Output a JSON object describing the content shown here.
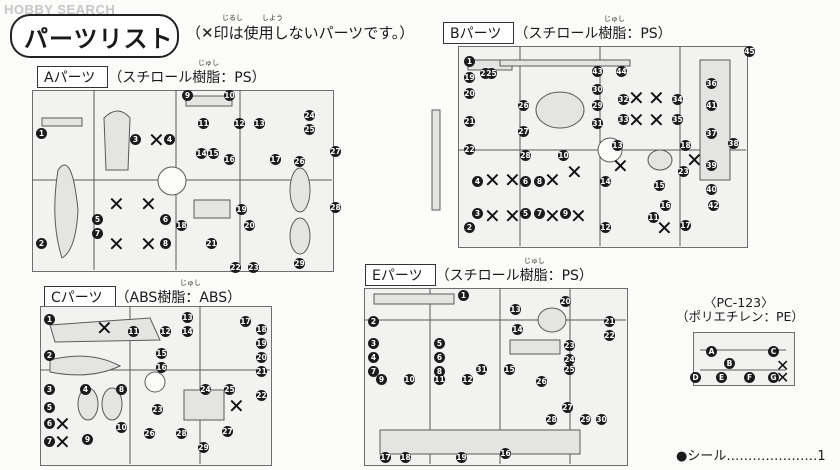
{
  "watermark": "HOBBY SEARCH",
  "header": {
    "title": "パーツリスト",
    "note": "（✕印は使用しないパーツです。）",
    "note_furigana": [
      "じるし",
      "しよう"
    ]
  },
  "sections": {
    "A": {
      "name": "Aパーツ",
      "material": "（スチロール樹脂：PS）",
      "furigana": "じゅし",
      "markers": [
        "1",
        "2",
        "3",
        "4",
        "5",
        "6",
        "7",
        "8",
        "9",
        "10",
        "11",
        "12",
        "13",
        "14",
        "15",
        "16",
        "17",
        "18",
        "19",
        "20",
        "21",
        "22",
        "23",
        "24",
        "25",
        "26",
        "27",
        "28",
        "29"
      ],
      "unused": [
        "4",
        "5",
        "6",
        "7",
        "8"
      ]
    },
    "B": {
      "name": "Bパーツ",
      "material": "（スチロール樹脂：PS）",
      "furigana": "じゅし",
      "markers": [
        "1",
        "2",
        "3",
        "4",
        "5",
        "6",
        "7",
        "8",
        "9",
        "10",
        "11",
        "12",
        "13",
        "14",
        "15",
        "16",
        "17",
        "18",
        "19",
        "20",
        "21",
        "22",
        "23",
        "24",
        "25",
        "26",
        "27",
        "28",
        "29",
        "30",
        "31",
        "32",
        "33",
        "34",
        "35",
        "36",
        "37",
        "38",
        "39",
        "40",
        "41",
        "42",
        "43",
        "44",
        "45"
      ],
      "unused": [
        "4",
        "5",
        "6",
        "7",
        "8",
        "9",
        "10",
        "11",
        "12",
        "13",
        "18",
        "32",
        "33",
        "34",
        "35"
      ]
    },
    "C": {
      "name": "Cパーツ",
      "material": "（ABS樹脂：ABS）",
      "furigana": "じゅし",
      "markers": [
        "1",
        "2",
        "3",
        "4",
        "5",
        "6",
        "7",
        "8",
        "9",
        "10",
        "11",
        "12",
        "13",
        "14",
        "15",
        "16",
        "17",
        "18",
        "19",
        "20",
        "21",
        "22",
        "23",
        "24",
        "25",
        "26",
        "27",
        "28",
        "29"
      ],
      "unused": [
        "1",
        "6",
        "7",
        "25"
      ]
    },
    "E": {
      "name": "Eパーツ",
      "material": "（スチロール樹脂：PS）",
      "furigana": "じゅし",
      "markers": [
        "1",
        "2",
        "3",
        "4",
        "5",
        "6",
        "7",
        "8",
        "9",
        "10",
        "11",
        "12",
        "13",
        "14",
        "15",
        "16",
        "17",
        "18",
        "19",
        "20",
        "21",
        "22",
        "23",
        "24",
        "25",
        "26",
        "27",
        "28",
        "29",
        "30",
        "31"
      ],
      "unused": []
    },
    "PC": {
      "name": "〈PC-123〉",
      "material": "（ポリエチレン：PE）",
      "markers": [
        "A",
        "B",
        "C",
        "D",
        "E",
        "F",
        "G"
      ],
      "unused": [
        "C",
        "G"
      ]
    }
  },
  "seal": {
    "label": "●シール",
    "dots": "…………………",
    "count": "1"
  }
}
